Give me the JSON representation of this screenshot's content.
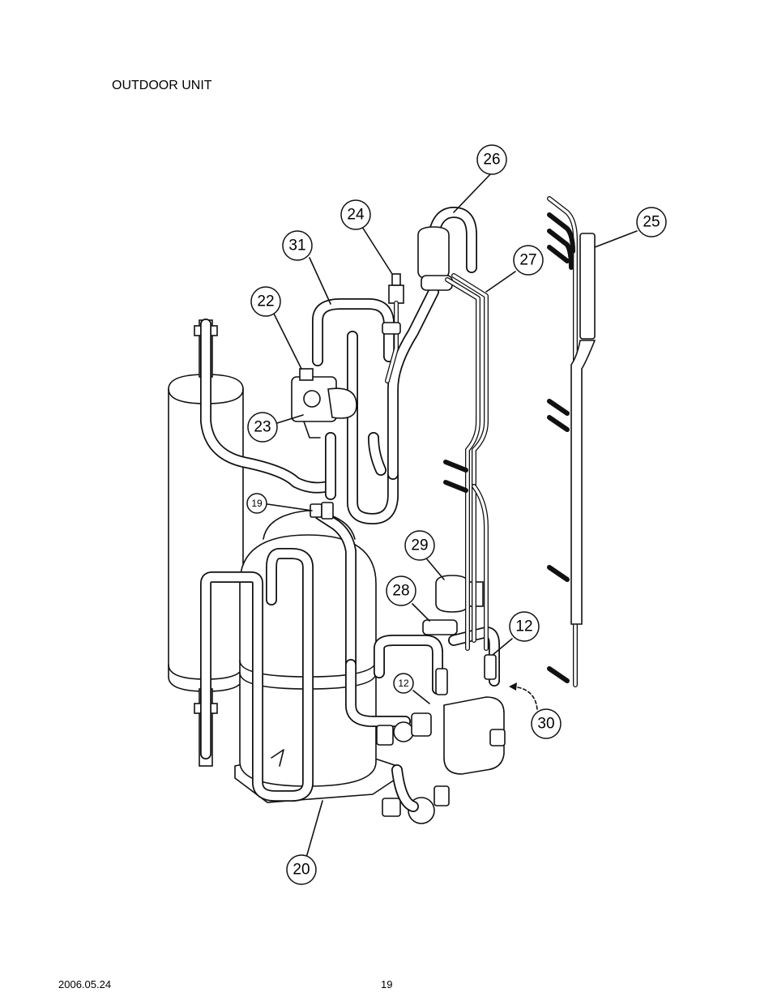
{
  "page": {
    "title": "OUTDOOR UNIT",
    "date": "2006.05.24",
    "page_number": "19"
  },
  "callouts": [
    {
      "label": "26"
    },
    {
      "label": "24"
    },
    {
      "label": "25"
    },
    {
      "label": "31"
    },
    {
      "label": "27"
    },
    {
      "label": "22"
    },
    {
      "label": "23"
    },
    {
      "label": "19"
    },
    {
      "label": "29"
    },
    {
      "label": "28"
    },
    {
      "label": "12"
    },
    {
      "label": "12"
    },
    {
      "label": "30"
    },
    {
      "label": "20"
    }
  ]
}
